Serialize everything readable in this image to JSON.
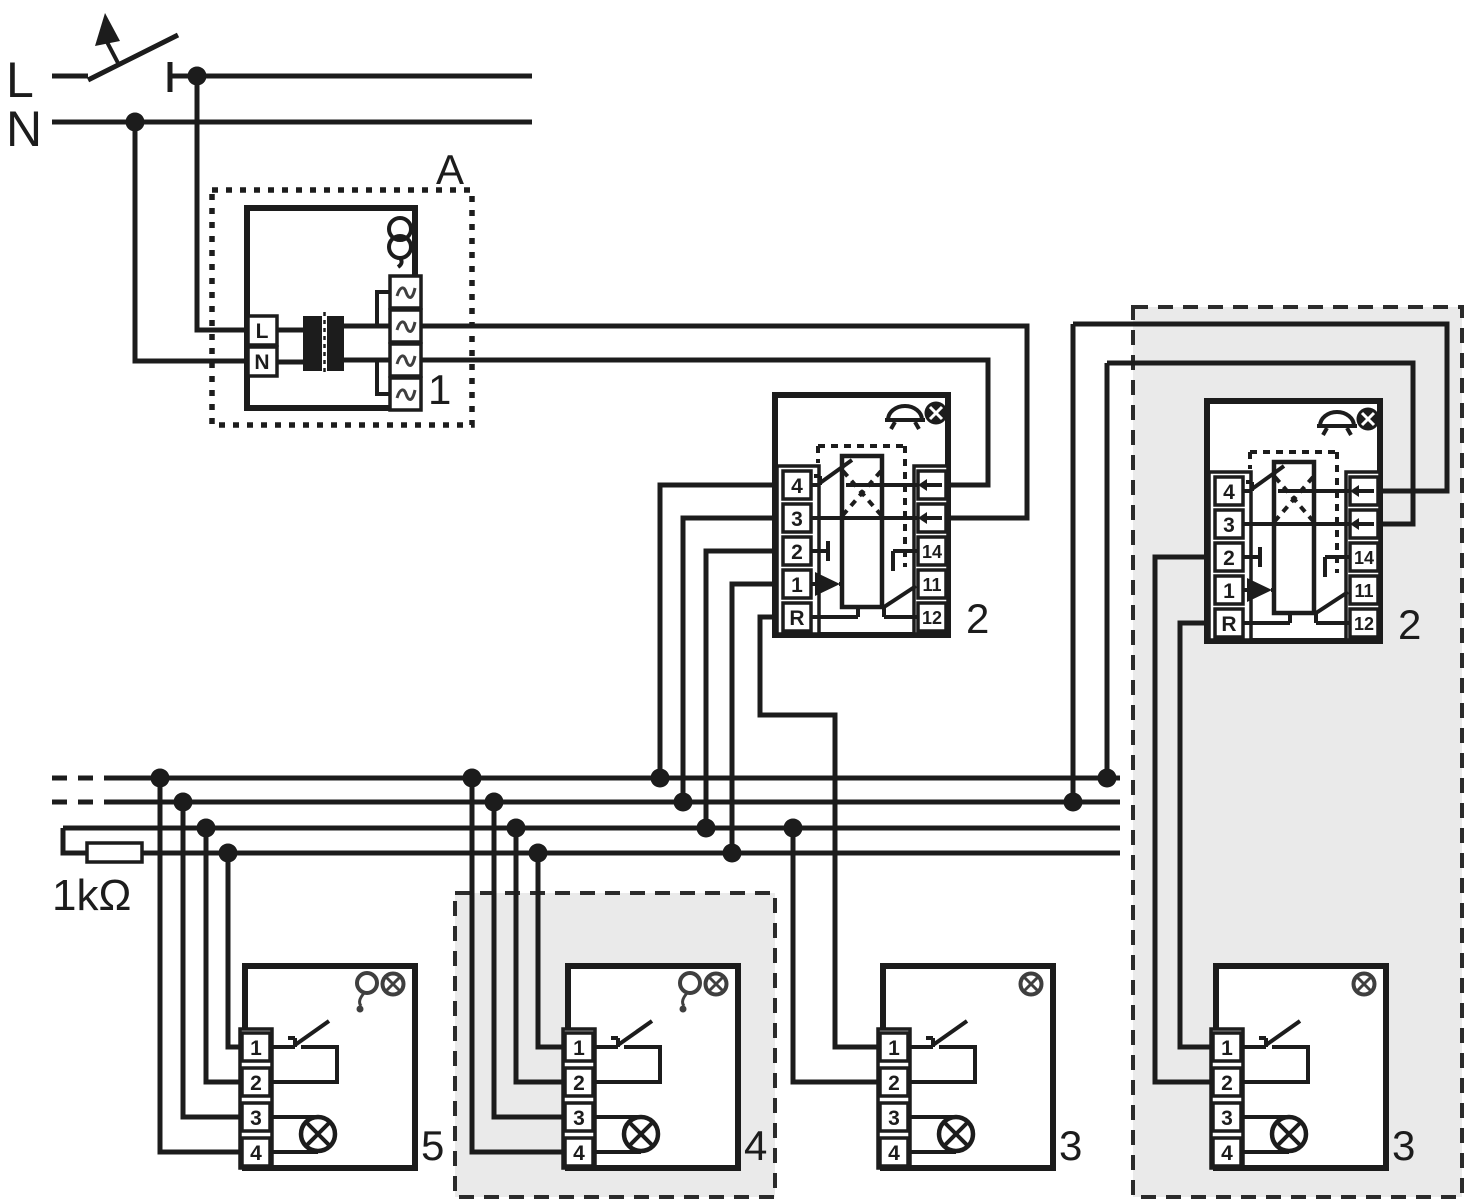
{
  "diagram": {
    "power": {
      "line": "L",
      "neutral": "N"
    },
    "group_a": {
      "label": "A",
      "power_supply": {
        "label": "1",
        "terminals": [
          "L",
          "N"
        ]
      }
    },
    "bus": {
      "resistor_value": "1kΩ"
    },
    "indoor_station": {
      "label": "2",
      "left_terminals": [
        "4",
        "3",
        "2",
        "1",
        "R"
      ],
      "right_terminals": [
        "14",
        "11",
        "12"
      ]
    },
    "door_stations": {
      "terminals": [
        "1",
        "2",
        "3",
        "4"
      ],
      "units": [
        {
          "label": "5"
        },
        {
          "label": "4"
        },
        {
          "label": "3"
        },
        {
          "label": "3"
        }
      ]
    },
    "icons": {
      "transformer": "transformer-rings-icon",
      "bell": "bell-icon",
      "lamp": "lamp-circle-x-icon",
      "door_release": "key-release-icon",
      "ac": "ac-sine-icon",
      "input_arrow": "arrow-left-icon",
      "actuation": "actuation-arrow-icon"
    },
    "colors": {
      "line": "#1c1c1c",
      "shaded_panel": "#eaeaea",
      "icon_gray": "#3f3f3f",
      "background": "#ffffff"
    }
  }
}
